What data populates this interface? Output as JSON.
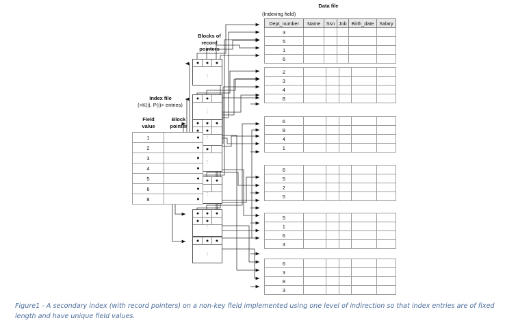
{
  "figure": {
    "caption": "Figure1 - A secondary index (with record pointers) on a non-key field implemented using one level of indirection so that index entries are of fixed length and have unique field values."
  },
  "data_file": {
    "title": "Data file",
    "indexing_field_note": "(Indexing field)",
    "columns": [
      "Dept_number",
      "Name",
      "Ssn",
      "Job",
      "Birth_date",
      "Salary"
    ],
    "blocks": [
      {
        "rows": [
          "3",
          "5",
          "1",
          "6"
        ]
      },
      {
        "rows": [
          "2",
          "3",
          "4",
          "8"
        ]
      },
      {
        "rows": [
          "6",
          "8",
          "4",
          "1"
        ]
      },
      {
        "rows": [
          "6",
          "5",
          "2",
          "5"
        ]
      },
      {
        "rows": [
          "5",
          "1",
          "6",
          "3"
        ]
      },
      {
        "rows": [
          "6",
          "3",
          "8",
          "3"
        ]
      }
    ]
  },
  "index_file": {
    "title": "Index file",
    "subtitle": "(<K(i),  P(i)> entries)",
    "headers": {
      "field_value": "Field\nvalue",
      "field_value_l1": "Field",
      "field_value_l2": "value",
      "block_pointer_l1": "Block",
      "block_pointer_l2": "pointer"
    },
    "entries": [
      {
        "field_value": "1"
      },
      {
        "field_value": "2"
      },
      {
        "field_value": "3"
      },
      {
        "field_value": "4"
      },
      {
        "field_value": "5"
      },
      {
        "field_value": "6"
      },
      {
        "field_value": "8"
      }
    ]
  },
  "pointer_blocks": {
    "title_l1": "Blocks of",
    "title_l2": "record",
    "title_l3": "pointers",
    "ellipsis": "⋮",
    "blocks": [
      {
        "for_value": "1",
        "pointer_counts": [
          3,
          0
        ]
      },
      {
        "for_value": "2",
        "pointer_counts": [
          2,
          0
        ]
      },
      {
        "for_value": "3",
        "pointer_counts": [
          3,
          2
        ]
      },
      {
        "for_value": "4",
        "pointer_counts": [
          2,
          0
        ]
      },
      {
        "for_value": "5",
        "pointer_counts": [
          3,
          1
        ]
      },
      {
        "for_value": "6",
        "pointer_counts": [
          3,
          2
        ]
      },
      {
        "for_value": "8",
        "pointer_counts": [
          3,
          0
        ]
      }
    ]
  },
  "colors": {
    "ink": "#1a1a1a",
    "rule": "#9a9a9a",
    "header_fill": "#e9e9e9",
    "caption": "#4a6c9b",
    "background": "#ffffff"
  }
}
